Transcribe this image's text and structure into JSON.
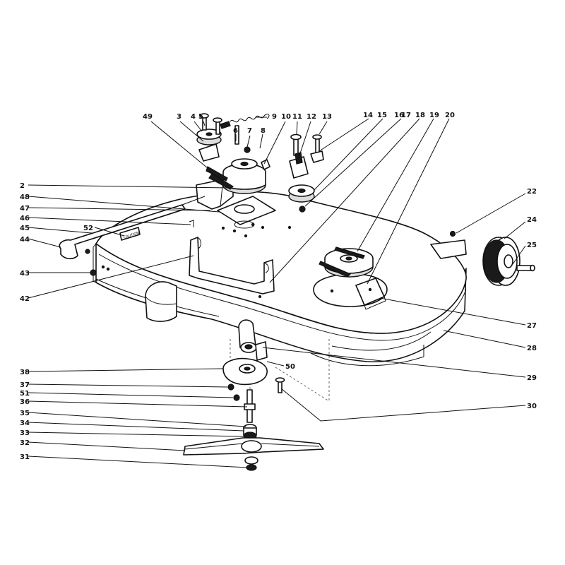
{
  "callouts": {
    "c49": "49",
    "c3": "3",
    "c4": "4",
    "c5": "5",
    "c6": "6",
    "c7": "7",
    "c8": "8",
    "c9": "9",
    "c10": "10",
    "c11": "11",
    "c12": "12",
    "c13": "13",
    "c14": "14",
    "c15": "15",
    "c16": "16",
    "c17": "17",
    "c18": "18",
    "c19": "19",
    "c20": "20",
    "c2": "2",
    "c48": "48",
    "c47": "47",
    "c46": "46",
    "c45": "45",
    "c52": "52",
    "c44": "44",
    "c43": "43",
    "c42": "42",
    "c22": "22",
    "c24": "24",
    "c25": "25",
    "c27": "27",
    "c28": "28",
    "c29": "29",
    "c50": "50",
    "c38": "38",
    "c37": "37",
    "c51": "51",
    "c36": "36",
    "c30": "30",
    "c35": "35",
    "c34": "34",
    "c33": "33",
    "c32": "32",
    "c31": "31"
  },
  "decal": {
    "text": "CAUTION"
  }
}
